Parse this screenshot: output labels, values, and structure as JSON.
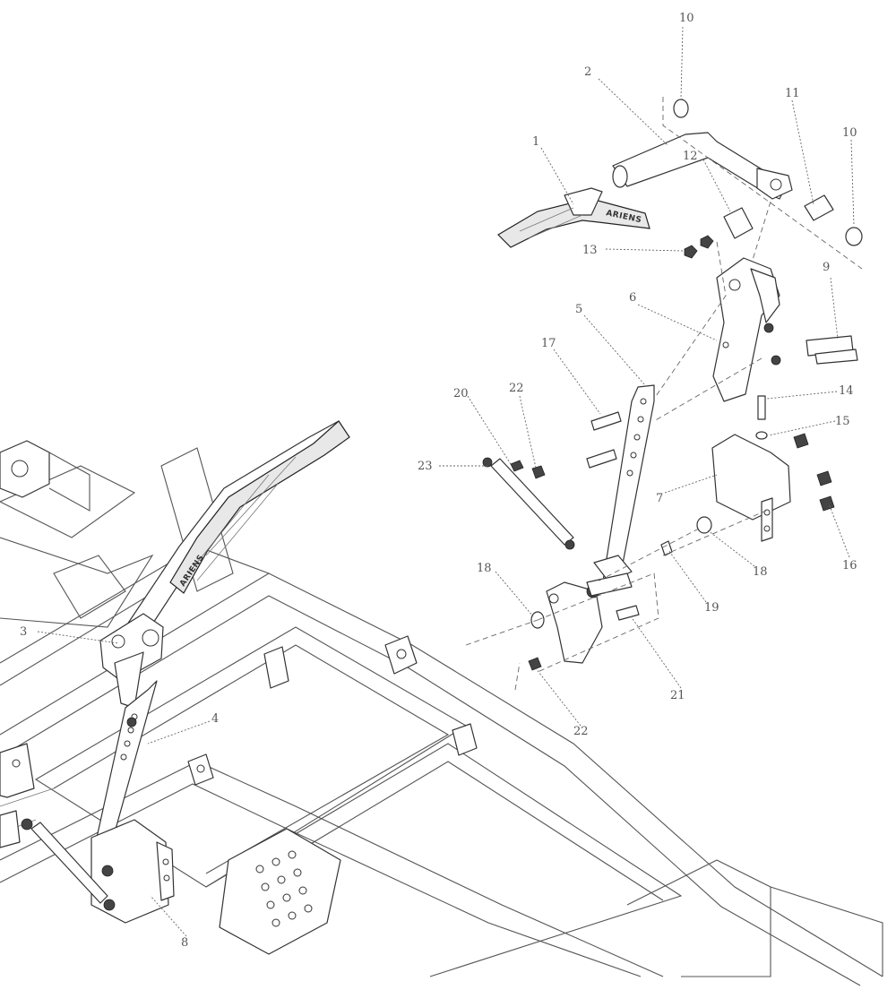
{
  "diagram": {
    "brand_mark": "ARIENS",
    "callouts": [
      {
        "id": "c1",
        "label": "1"
      },
      {
        "id": "c2",
        "label": "2"
      },
      {
        "id": "c3",
        "label": "3"
      },
      {
        "id": "c4",
        "label": "4"
      },
      {
        "id": "c5",
        "label": "5"
      },
      {
        "id": "c6",
        "label": "6"
      },
      {
        "id": "c7",
        "label": "7"
      },
      {
        "id": "c8",
        "label": "8"
      },
      {
        "id": "c9",
        "label": "9"
      },
      {
        "id": "c10a",
        "label": "10"
      },
      {
        "id": "c10b",
        "label": "10"
      },
      {
        "id": "c11",
        "label": "11"
      },
      {
        "id": "c12",
        "label": "12"
      },
      {
        "id": "c13",
        "label": "13"
      },
      {
        "id": "c14",
        "label": "14"
      },
      {
        "id": "c15",
        "label": "15"
      },
      {
        "id": "c16",
        "label": "16"
      },
      {
        "id": "c17",
        "label": "17"
      },
      {
        "id": "c18a",
        "label": "18"
      },
      {
        "id": "c18b",
        "label": "18"
      },
      {
        "id": "c19",
        "label": "19"
      },
      {
        "id": "c20",
        "label": "20"
      },
      {
        "id": "c21",
        "label": "21"
      },
      {
        "id": "c22a",
        "label": "22"
      },
      {
        "id": "c22b",
        "label": "22"
      },
      {
        "id": "c23",
        "label": "23"
      }
    ]
  }
}
